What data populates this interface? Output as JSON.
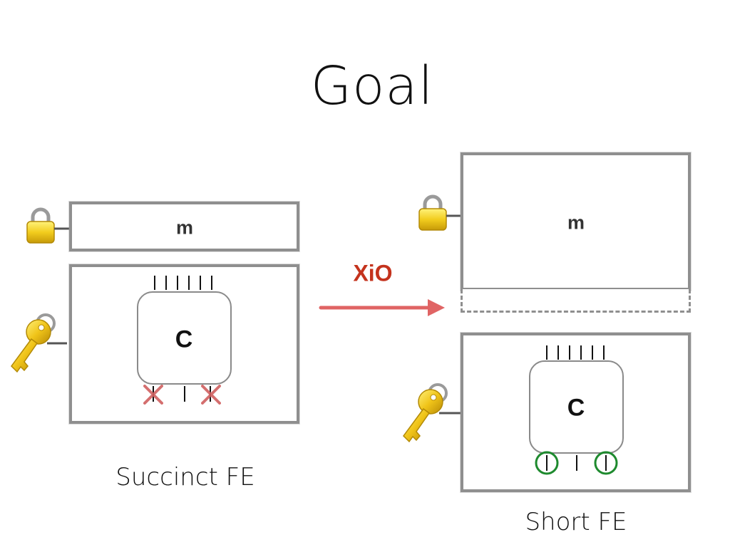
{
  "title": "Goal",
  "left": {
    "message_label": "m",
    "circuit_label": "C",
    "caption": "Succinct FE"
  },
  "right": {
    "message_label": "m",
    "circuit_label": "C",
    "caption": "Short FE"
  },
  "arrow": {
    "label": "XiO"
  },
  "icons": {
    "lock": "padlock-icon",
    "key": "key-icon"
  },
  "colors": {
    "arrow": "#e06464",
    "arrow_label": "#c4331d",
    "cross": "#d06060",
    "circle": "#1e8a2e",
    "box_border": "#8f8f8f"
  }
}
